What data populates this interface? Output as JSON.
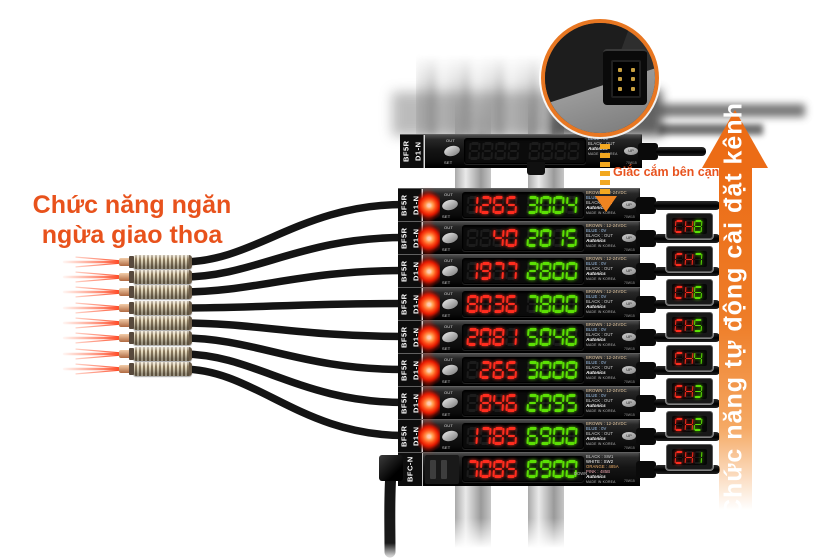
{
  "heading": {
    "line1": "Chức năng ngăn",
    "line2": "ngừa giao thoa"
  },
  "callout": {
    "plug_label": "Giắc cắm bên cạnh"
  },
  "banner": {
    "label": "Chức năng tự động cài đặt kênh"
  },
  "colors": {
    "accent_orange": "#e8521c",
    "banner_orange": "#ec6c16",
    "dash_yellow": "#f2a820",
    "digit_red": "#ff2d1f",
    "digit_green": "#5ce005",
    "beam_red": "#ff3a12"
  },
  "unit_labels": {
    "out": "OUT",
    "set": "SET",
    "up": "UP",
    "brand": "Autonics",
    "origin": "MADE IN KOREA",
    "code": "70W15",
    "wiring": [
      {
        "text": "BROWN : 12-24VDC",
        "color": "#e0c49e"
      },
      {
        "text": "BLUE : 0V",
        "color": "#9fc3ea"
      },
      {
        "text": "BLACK : OUT",
        "color": "#d0d0d0"
      }
    ]
  },
  "top_unit": {
    "model": "BF5R",
    "variant": "D1-N",
    "red_value": "",
    "green_value": "",
    "wiring": [
      {
        "text": "BLUE : 0V",
        "color": "#9fc3ea"
      },
      {
        "text": "BLACK : OUT",
        "color": "#d0d0d0"
      }
    ]
  },
  "amplifiers": [
    {
      "model": "BF5R",
      "variant": "D1-N",
      "red_value": "1265",
      "green_value": "3004"
    },
    {
      "model": "BF5R",
      "variant": "D1-N",
      "red_value": "40",
      "green_value": "2015"
    },
    {
      "model": "BF5R",
      "variant": "D1-N",
      "red_value": "1977",
      "green_value": "2800"
    },
    {
      "model": "BF5R",
      "variant": "D1-N",
      "red_value": "8036",
      "green_value": "7800"
    },
    {
      "model": "BF5R",
      "variant": "D1-N",
      "red_value": "2081",
      "green_value": "5046"
    },
    {
      "model": "BF5R",
      "variant": "D1-N",
      "red_value": "265",
      "green_value": "3008"
    },
    {
      "model": "BF5R",
      "variant": "D1-N",
      "red_value": "846",
      "green_value": "2095"
    },
    {
      "model": "BF5R",
      "variant": "D1-N",
      "red_value": "1785",
      "green_value": "6900"
    }
  ],
  "master": {
    "model": "BFC-N",
    "red_value": "7085",
    "green_value": "6900",
    "down": "DOWN",
    "wiring": [
      {
        "text": "BLACK : SW1",
        "color": "#d0d0d0"
      },
      {
        "text": "WHITE : SW2",
        "color": "#ffffff"
      },
      {
        "text": "ORANGE : 485A",
        "color": "#f3b26a"
      },
      {
        "text": "PINK : 485B",
        "color": "#f3a9b4"
      }
    ]
  },
  "channels": {
    "labels": [
      "CH8",
      "CH7",
      "CH6",
      "CH5",
      "CH4",
      "CH3",
      "CH2",
      "CH1"
    ]
  }
}
